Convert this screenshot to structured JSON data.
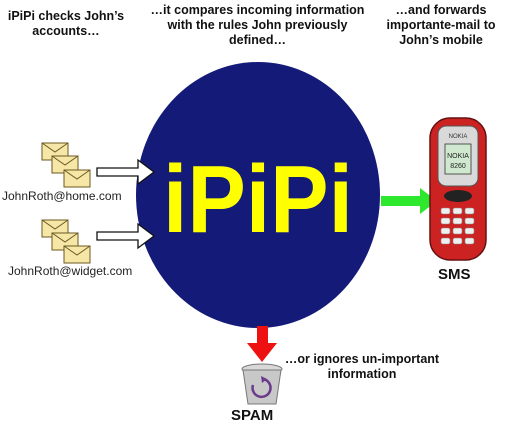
{
  "captions": {
    "checks": [
      "iPiPi checks John’s",
      "accounts…"
    ],
    "compares": [
      "…it compares incoming information",
      "with the rules John previously",
      "defined…"
    ],
    "forwards": [
      "…and forwards",
      "importante-mail to",
      "John’s mobile"
    ],
    "ignores": [
      "…or ignores un-important",
      "information"
    ]
  },
  "accounts": [
    "JohnRoth@home.com",
    "JohnRoth@widget.com"
  ],
  "center_label": "iPiPi",
  "sms_label": "SMS",
  "spam_label": "SPAM",
  "phone": {
    "brand": "NOKIA",
    "screen_text": [
      "NOKIA",
      "8260"
    ]
  },
  "colors": {
    "circle": "#141a78",
    "logo_text": "#ffff00",
    "green_arrow": "#2ee82e",
    "red_arrow": "#ee1111",
    "envelope": "#f6e7a6",
    "phone_body": "#cc2222"
  },
  "icons": [
    "envelope-icon",
    "cellphone-icon",
    "trash-can-icon"
  ]
}
